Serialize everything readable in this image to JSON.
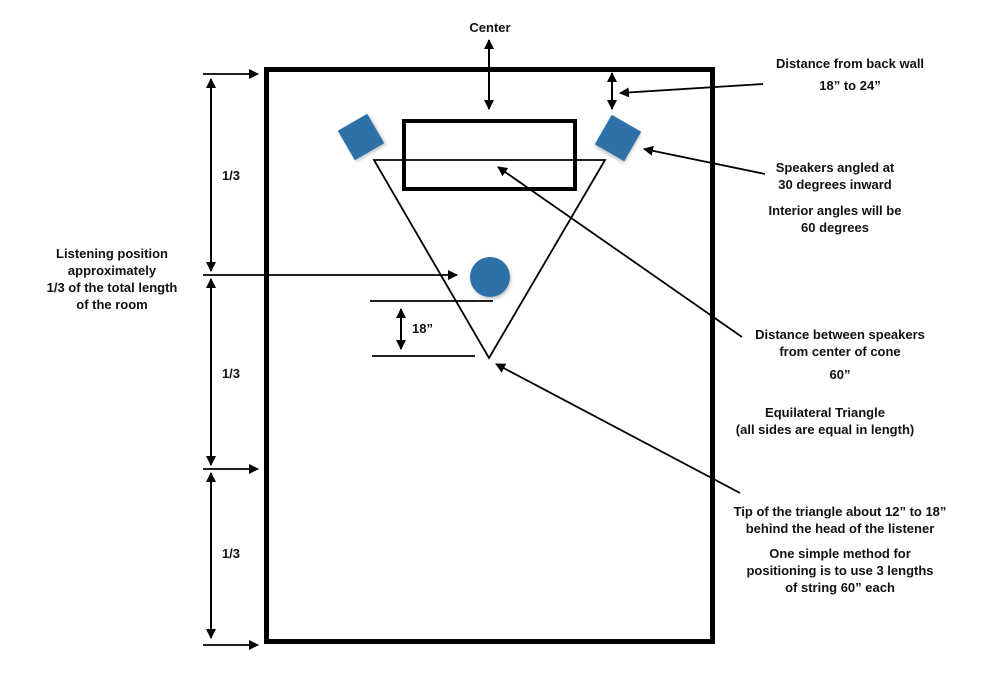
{
  "diagram": {
    "title": "Speaker placement diagram",
    "colors": {
      "line": "#000000",
      "speaker": "#2f70a8",
      "listener": "#2f70a8",
      "background": "#ffffff"
    },
    "labels": {
      "center": "Center",
      "back_wall_1": "Distance from back wall",
      "back_wall_2": "18” to 24”",
      "speakers_angled_1": "Speakers angled at",
      "speakers_angled_2": "30 degrees inward",
      "interior_1": "Interior angles will be",
      "interior_2": "60 degrees",
      "listening_1": "Listening position",
      "listening_2": "approximately",
      "listening_3": "1/3 of the total length",
      "listening_4": "of the room",
      "distance_1": "Distance between speakers",
      "distance_2": "from center of cone",
      "distance_3": "60”",
      "equilateral_1": "Equilateral Triangle",
      "equilateral_2": "(all sides are equal in length)",
      "tip_1": "Tip of the triangle about 12” to 18”",
      "tip_2": "behind the head of the listener",
      "method_1": "One simple method for",
      "method_2": "positioning is to use 3 lengths",
      "method_3": "of string 60” each",
      "gap": "18”",
      "third_1": "1/3",
      "third_2": "1/3",
      "third_3": "1/3"
    }
  }
}
